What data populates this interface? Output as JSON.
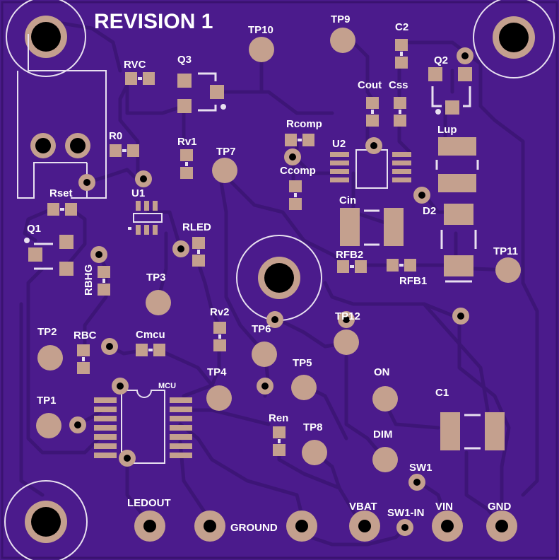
{
  "board": {
    "title": "REVISION 1",
    "colors": {
      "substrate": "#4b1b8c",
      "trace": "#3d1577",
      "pad": "#c4a08e",
      "silk": "#e8e0f0",
      "hole": "#000000"
    }
  },
  "labels": {
    "rvc": "RVC",
    "q3": "Q3",
    "tp10": "TP10",
    "tp9": "TP9",
    "c2": "C2",
    "q2": "Q2",
    "cout": "Cout",
    "css": "Css",
    "r0": "R0",
    "rv1": "Rv1",
    "tp7": "TP7",
    "rcomp": "Rcomp",
    "u2": "U2",
    "lup": "Lup",
    "ccomp": "Ccomp",
    "rset": "Rset",
    "u1": "U1",
    "cin": "Cin",
    "d2": "D2",
    "q1": "Q1",
    "rled": "RLED",
    "rfb2": "RFB2",
    "rfb1": "RFB1",
    "tp11": "TP11",
    "rbhg": "RBHG",
    "tp3": "TP3",
    "rv2": "Rv2",
    "tp2": "TP2",
    "rbc": "RBC",
    "cmcu": "Cmcu",
    "tp6": "TP6",
    "tp12": "TP12",
    "on": "ON",
    "mcu": "MCU",
    "tp4": "TP4",
    "tp5": "TP5",
    "c1": "C1",
    "tp1": "TP1",
    "ren": "Ren",
    "tp8": "TP8",
    "dim": "DIM",
    "sw1": "SW1",
    "ledout": "LEDOUT",
    "ground": "GROUND",
    "vbat": "VBAT",
    "sw1in": "SW1-IN",
    "vin": "VIN",
    "gnd": "GND"
  }
}
